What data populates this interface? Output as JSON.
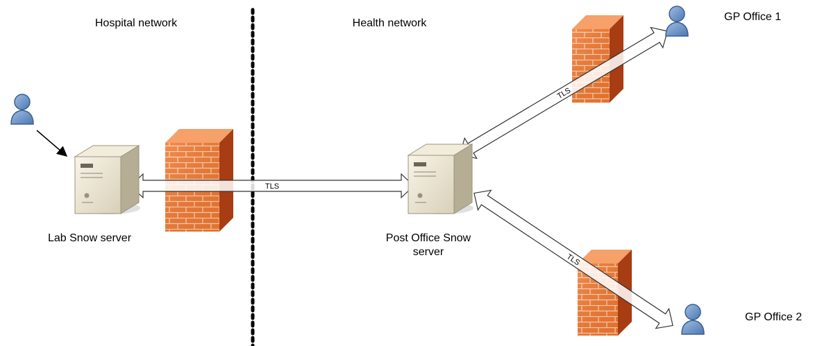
{
  "zones": {
    "hospital": "Hospital network",
    "health": "Health network"
  },
  "nodes": {
    "lab_server": "Lab Snow server",
    "post_office_line1": "Post Office Snow",
    "post_office_line2": "server",
    "gp1": "GP Office 1",
    "gp2": "GP Office 2"
  },
  "links": {
    "lab_to_post": "TLS",
    "post_to_gp1": "TLS",
    "post_to_gp2": "TLS"
  },
  "colors": {
    "firewall_front": "#f07830",
    "firewall_side": "#a83c12",
    "firewall_top": "#f6a06a",
    "brick_line": "#fbd0b0",
    "server_body": "#ece6d2",
    "server_side": "#b5ad94",
    "person": "#6f97c9",
    "divider": "#000000"
  },
  "icons": [
    "person-icon",
    "server-icon",
    "firewall-icon",
    "double-arrow-icon"
  ]
}
